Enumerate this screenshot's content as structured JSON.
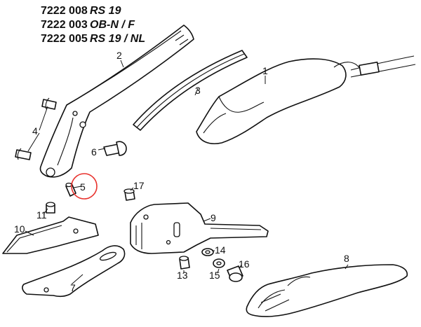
{
  "header": {
    "lines": [
      {
        "code": "7222 008",
        "model": "RS 19"
      },
      {
        "code": "7222 003",
        "model": "OB-N / F"
      },
      {
        "code": "7222 005",
        "model": "RS 19 / NL"
      }
    ]
  },
  "labels": {
    "p1": "1",
    "p2": "2",
    "p3": "3",
    "p4": "4",
    "p5": "5",
    "p6": "6",
    "p7": "7",
    "p8": "8",
    "p9": "9",
    "p10": "10",
    "p11": "11",
    "p13": "13",
    "p14": "14",
    "p15": "15",
    "p16": "16",
    "p17": "17"
  },
  "highlight": {
    "part": "5",
    "color": "#e8322d"
  }
}
